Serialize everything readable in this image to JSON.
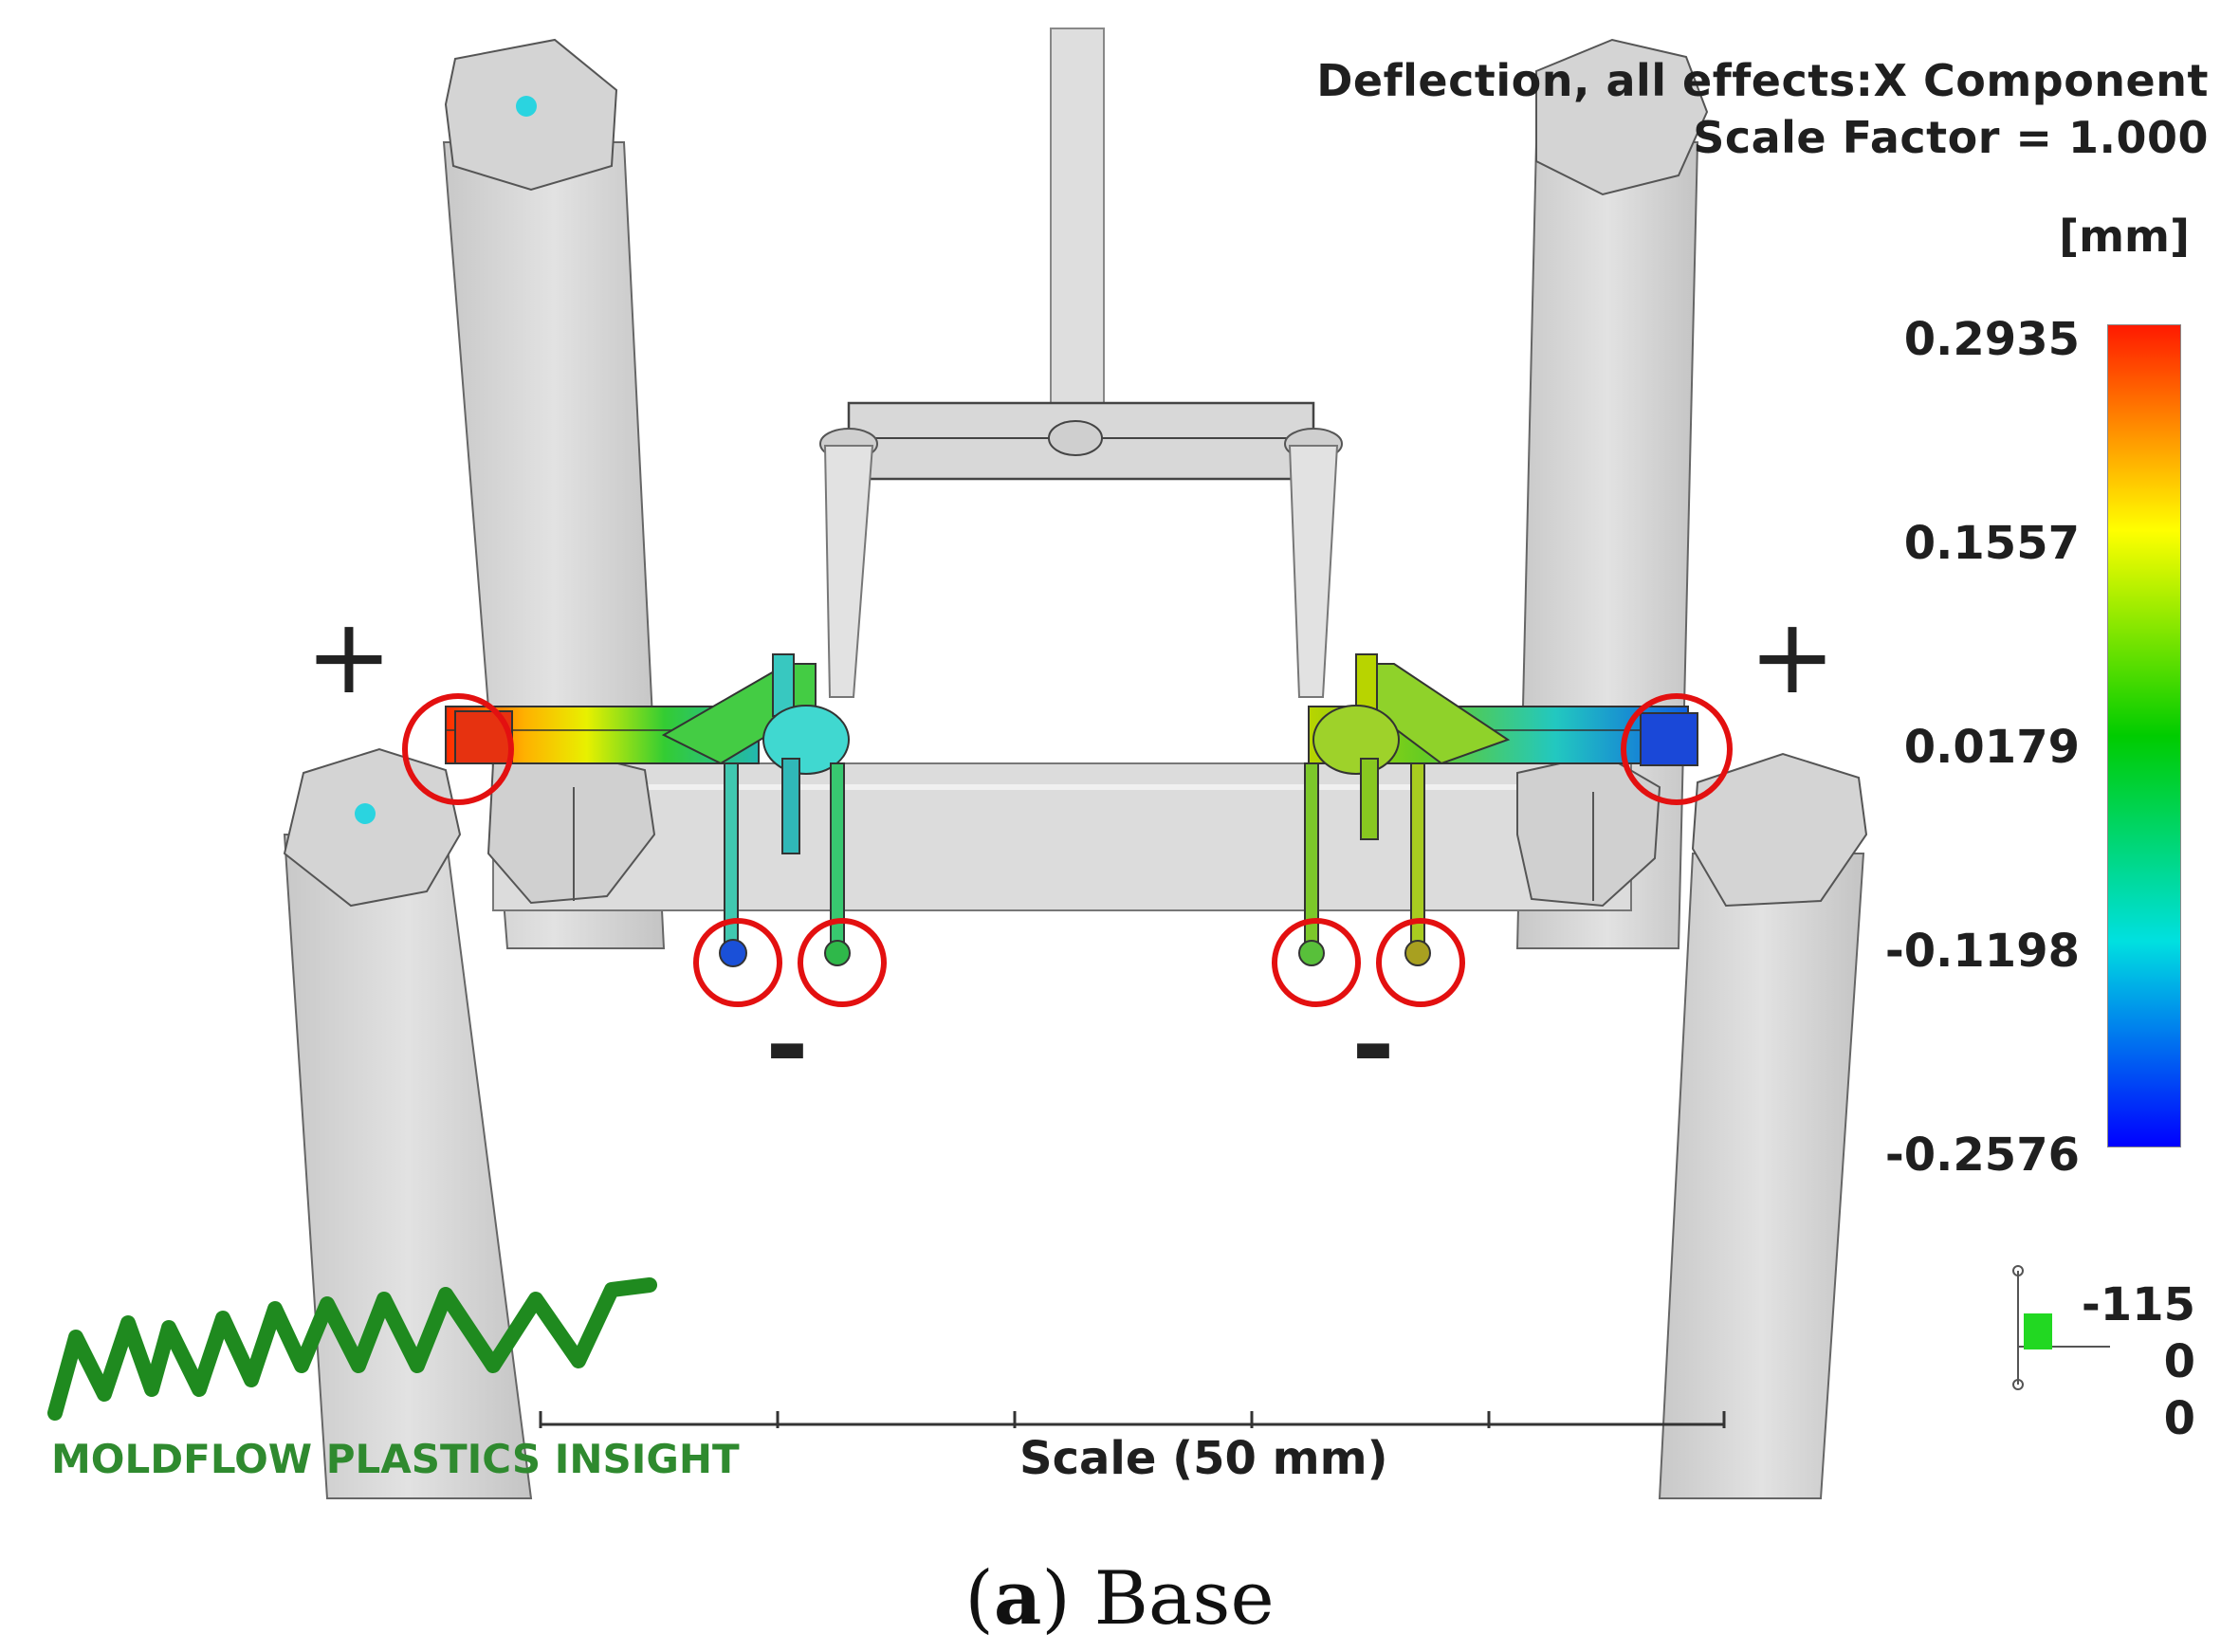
{
  "header": {
    "title": "Deflection, all effects:X Component",
    "scale_factor": "Scale Factor = 1.000"
  },
  "legend": {
    "units": "[mm]",
    "ticks": [
      "0.2935",
      "0.1557",
      "0.0179",
      "-0.1198",
      "-0.2576"
    ],
    "colors": [
      "#ff1a00",
      "#ffff00",
      "#00cc00",
      "#00e0e0",
      "#0000ff"
    ]
  },
  "orientation": {
    "values": [
      "-115",
      "0",
      "0"
    ]
  },
  "scale_bar": {
    "label": "Scale (50 mm)"
  },
  "logo": {
    "wordmark": "MoldFlow",
    "product": "MOLDFLOW PLASTICS INSIGHT"
  },
  "markers": {
    "plus": "+",
    "minus": "-"
  },
  "caption": {
    "letter": "a",
    "text": "Base"
  },
  "colors": {
    "highlight_circle": "#e31010",
    "geometry_gray": "#d9d9d9",
    "logo_green": "#1f8a1f"
  }
}
